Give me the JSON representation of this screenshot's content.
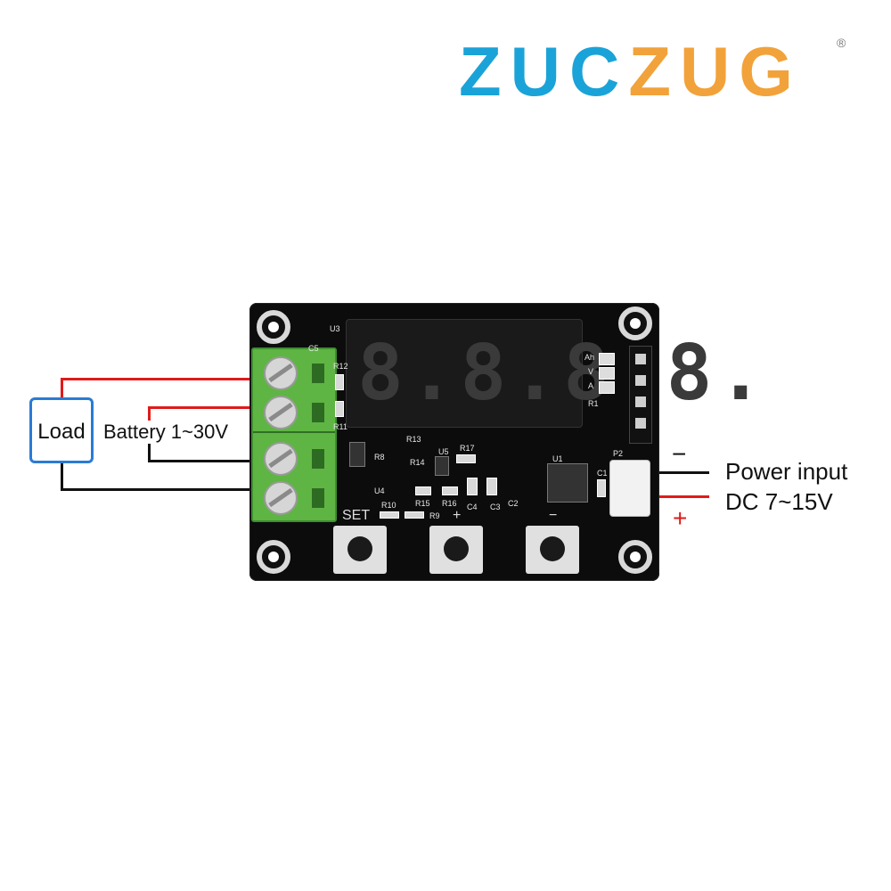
{
  "logo": {
    "part_a": "ZUC",
    "part_b": "ZUG",
    "registered": "®",
    "colors": {
      "blue": "#1aa3d8",
      "orange": "#f2a23a"
    }
  },
  "board": {
    "display_digits": "8.8.8.8.",
    "labels": {
      "u3": "U3",
      "c5": "C5",
      "r12": "R12",
      "r11": "R11",
      "r13": "R13",
      "r8": "R8",
      "r14": "R14",
      "u5": "U5",
      "r17": "R17",
      "u1": "U1",
      "c1": "C1",
      "p2": "P2",
      "u4": "U4",
      "r10": "R10",
      "r15": "R15",
      "r16": "R16",
      "c4": "C4",
      "c3": "C3",
      "c2": "C2",
      "r9": "R9",
      "r1": "R1",
      "ah": "Ah",
      "v": "V",
      "a": "A",
      "set": "SET",
      "plus": "+",
      "minus": "−"
    }
  },
  "annotations": {
    "load": "Load",
    "battery": "Battery 1~30V",
    "power_input": "Power input",
    "dc_range": "DC 7~15V",
    "minus": "−",
    "plus": "+"
  }
}
